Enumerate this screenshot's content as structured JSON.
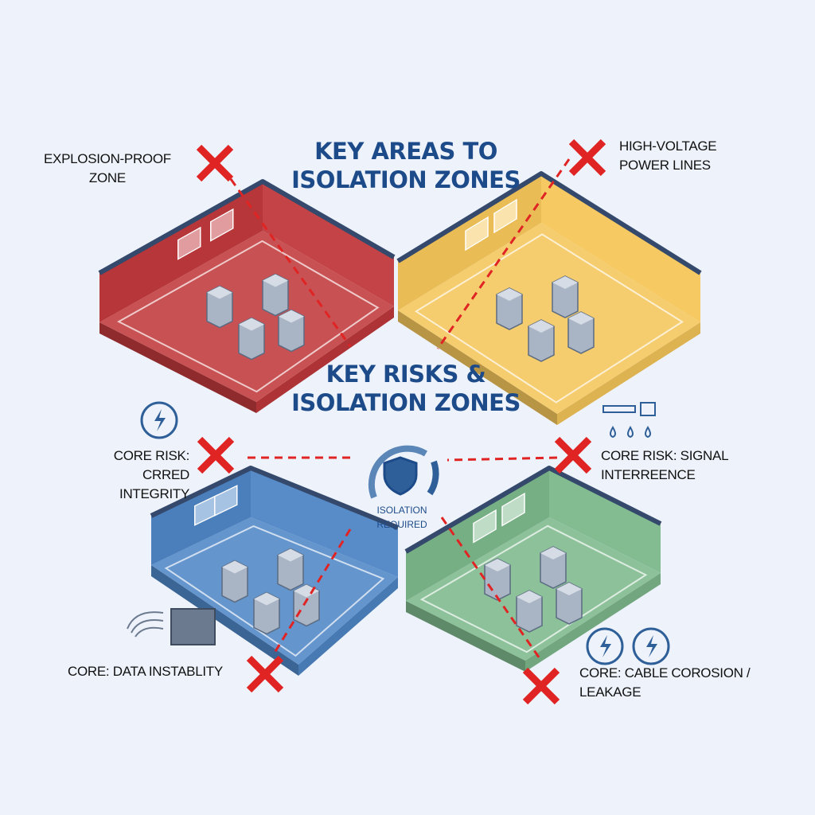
{
  "title_top": [
    "KEY AREAS TO",
    "ISOLATION ZONES"
  ],
  "title_mid": [
    "KEY RISKS &",
    "ISOLATION ZONES"
  ],
  "center": {
    "label": [
      "ISOLATION",
      "REQUIRED"
    ],
    "icon": "shield-cycle-icon"
  },
  "zones": [
    {
      "id": "explosion-proof",
      "color": "#c0393c",
      "label": [
        "EXPLOSION-PROOF",
        "ZONE"
      ]
    },
    {
      "id": "high-voltage",
      "color": "#f5c65a",
      "label": [
        "HIGH-VOLTAGE",
        "POWER LINES"
      ]
    },
    {
      "id": "data-center",
      "color": "#4f86c6",
      "label": [
        "CORE RISK: CRRED",
        "INTEGRITY"
      ],
      "bottom_label": "CORE: DATA INSTABLITY"
    },
    {
      "id": "pipeline",
      "color": "#7db88c",
      "label": [
        "CORE RISK: SIGNAL",
        "INTERREENCE"
      ],
      "bottom_label": [
        "CORE: CABLE COROSION /",
        "LEAKAGE"
      ]
    }
  ],
  "colors": {
    "accent": "#1d4b8a",
    "danger": "#e02424",
    "background": "#eef3fb"
  }
}
